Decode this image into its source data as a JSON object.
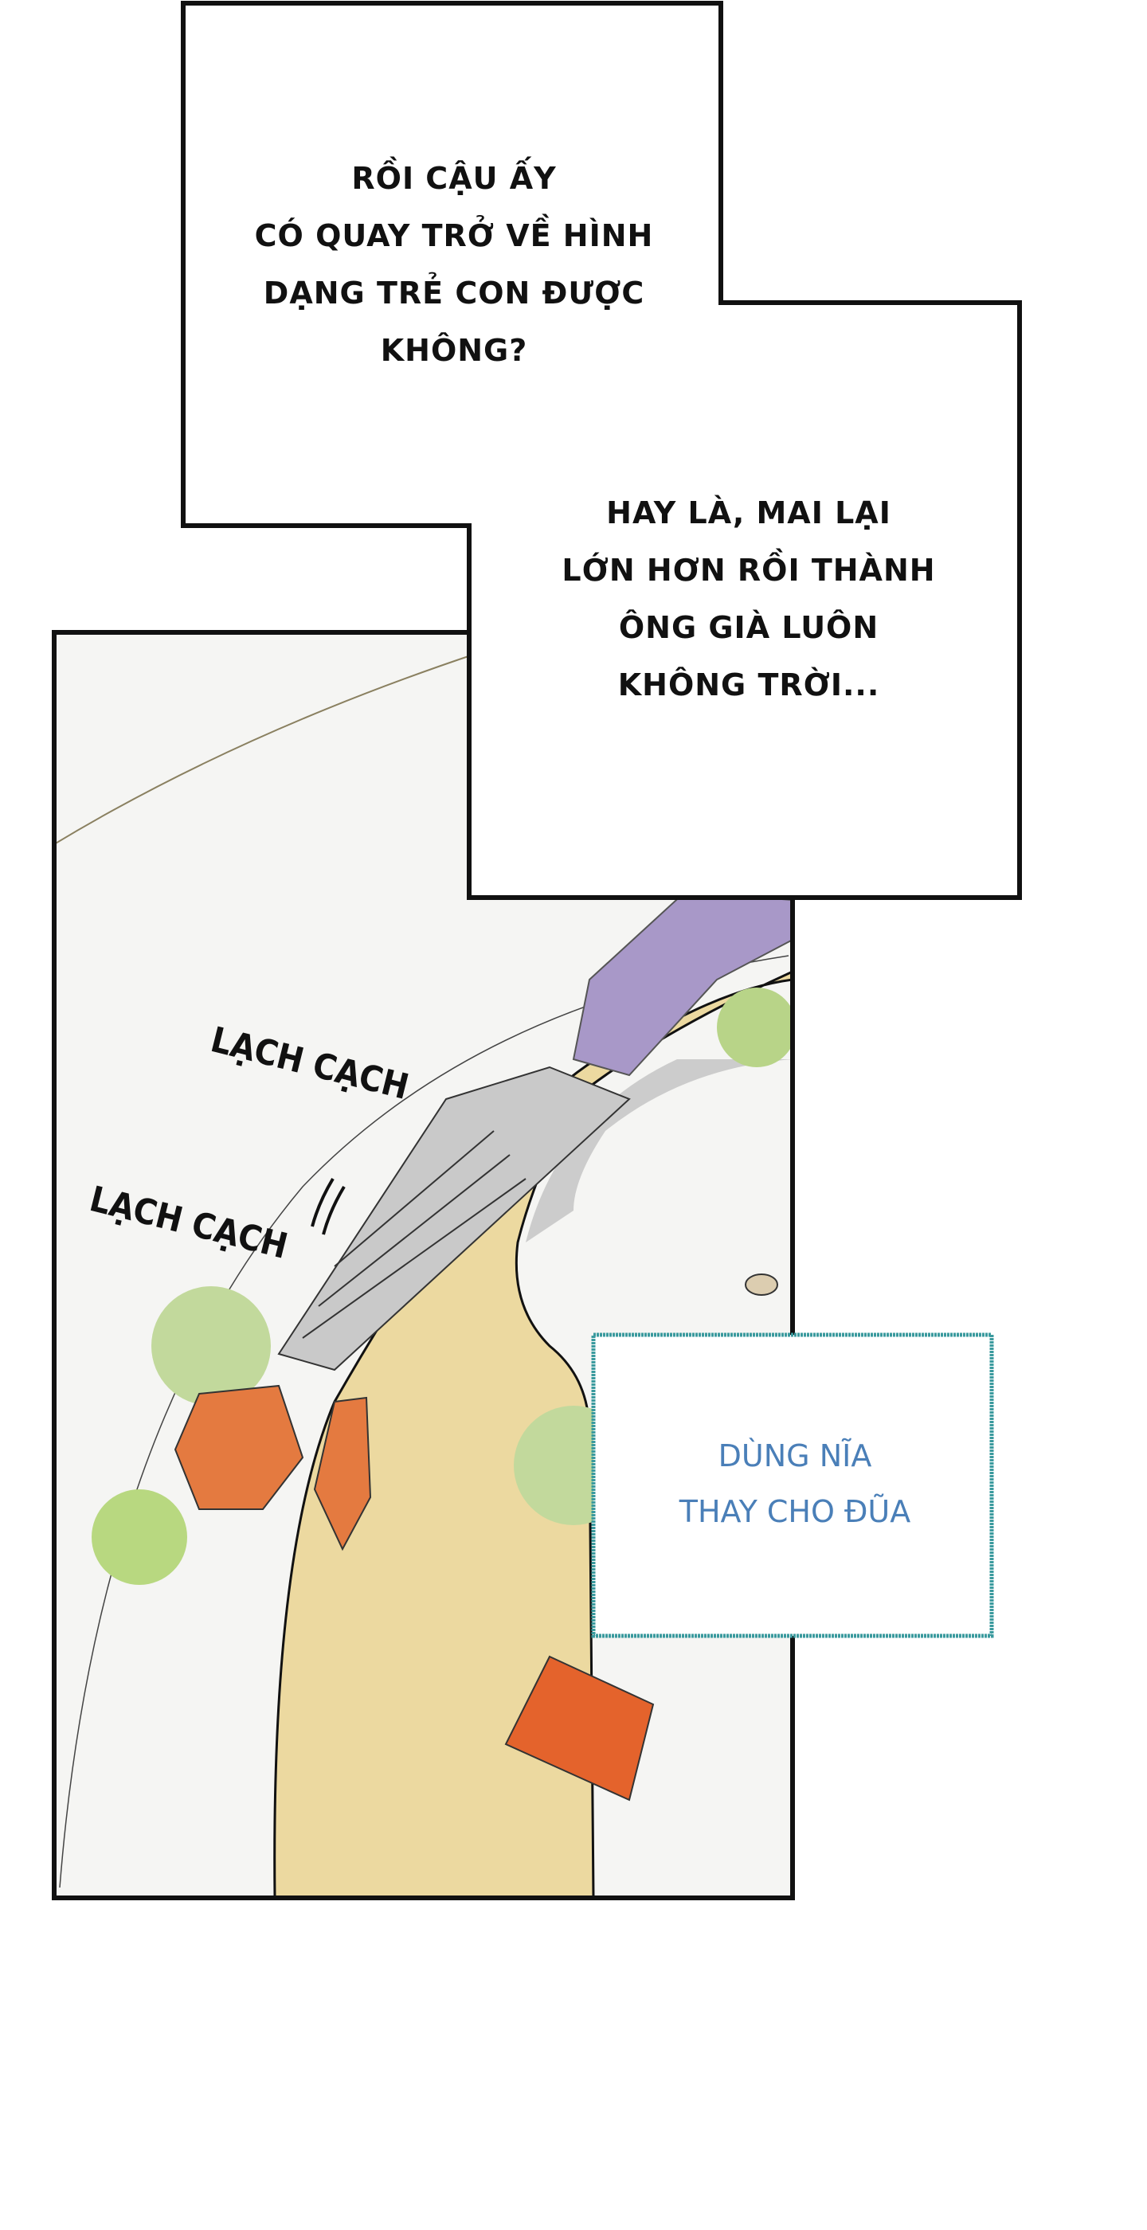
{
  "speech": {
    "bubble1": [
      "Rồi cậu ấy",
      "có quay trở về hình",
      "dạng trẻ con được",
      "không?"
    ],
    "bubble2": [
      "Hay là, mai lại",
      "lớn hơn rồi thành",
      "ông già luôn",
      "không trời..."
    ]
  },
  "sfx": [
    "LẠCH CẠCH",
    "LẠCH CẠCH"
  ],
  "caption": [
    "Dùng nĩa",
    "thay cho đũa"
  ],
  "colors": {
    "caption_text": "#4a7fb8",
    "caption_border": "#3a9a9e",
    "food": "#ecd9a0",
    "fork": "#c9c9c9",
    "handle": "#a898c8",
    "pea": "#c2d99c",
    "carrot": "#e47a40"
  }
}
